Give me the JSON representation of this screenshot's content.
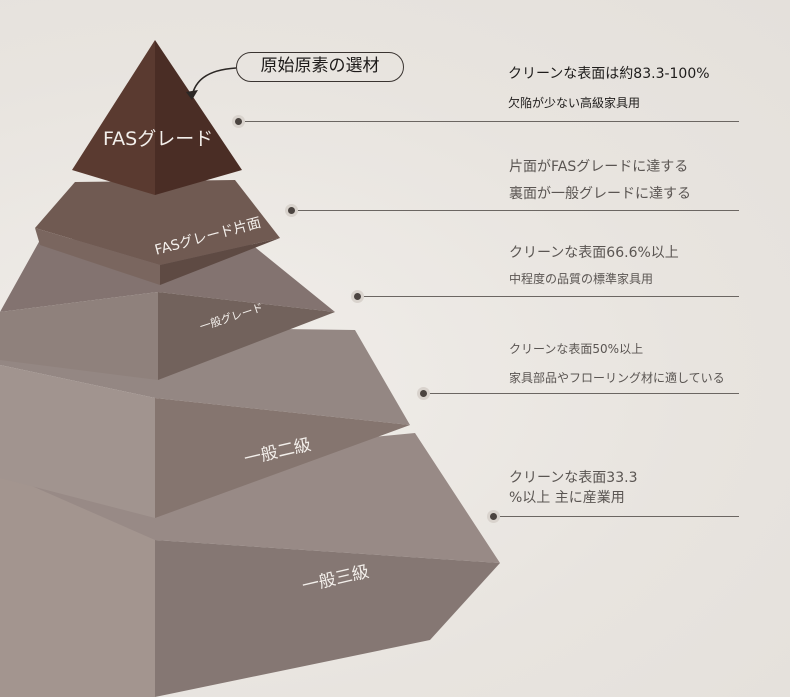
{
  "callout": {
    "text": "原始原素の選材"
  },
  "tiers": [
    {
      "label": "FASグレード",
      "desc": [
        "クリーンな表面は約83.3-100%",
        "欠陥が少ない高級家具用"
      ]
    },
    {
      "label": "FASグレード片面",
      "desc": [
        "片面がFASグレードに達する",
        "裏面が一般グレードに達する"
      ]
    },
    {
      "label": "一般グレード",
      "desc": [
        "クリーンな表面66.6%以上",
        "中程度の品質の標準家具用"
      ]
    },
    {
      "label": "一般二級",
      "desc": [
        "クリーンな表面50%以上",
        "家具部品やフローリング材に適している"
      ]
    },
    {
      "label": "一般三級",
      "desc": [
        "クリーンな表面33.3",
        "%以上 主に産業用"
      ]
    }
  ],
  "colors": {
    "tier1": "#5b3b31",
    "tier2": "#6f5a52",
    "tier3": "#80706a",
    "tier4": "#8d807c",
    "tier5": "#978986"
  }
}
